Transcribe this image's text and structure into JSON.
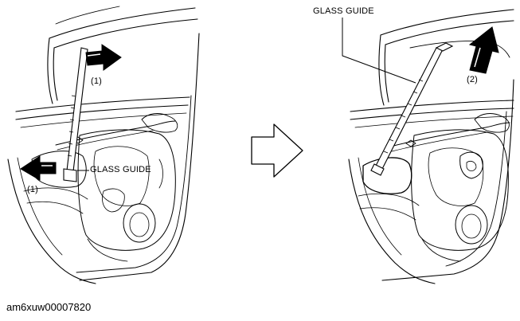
{
  "figure": {
    "step_left": {
      "glass_guide_label": "GLASS GUIDE",
      "arrow_upper_label": "(1)",
      "arrow_lower_label": "(1)"
    },
    "transition_arrow": "right-arrow-icon",
    "step_right": {
      "glass_guide_label": "GLASS GUIDE",
      "arrow_label": "(2)"
    },
    "figure_code": "am6xuw00007820"
  },
  "colors": {
    "line": "#000000",
    "arrow_fill": "#000000",
    "arrow_outline_fill": "#ffffff",
    "background": "#ffffff"
  }
}
